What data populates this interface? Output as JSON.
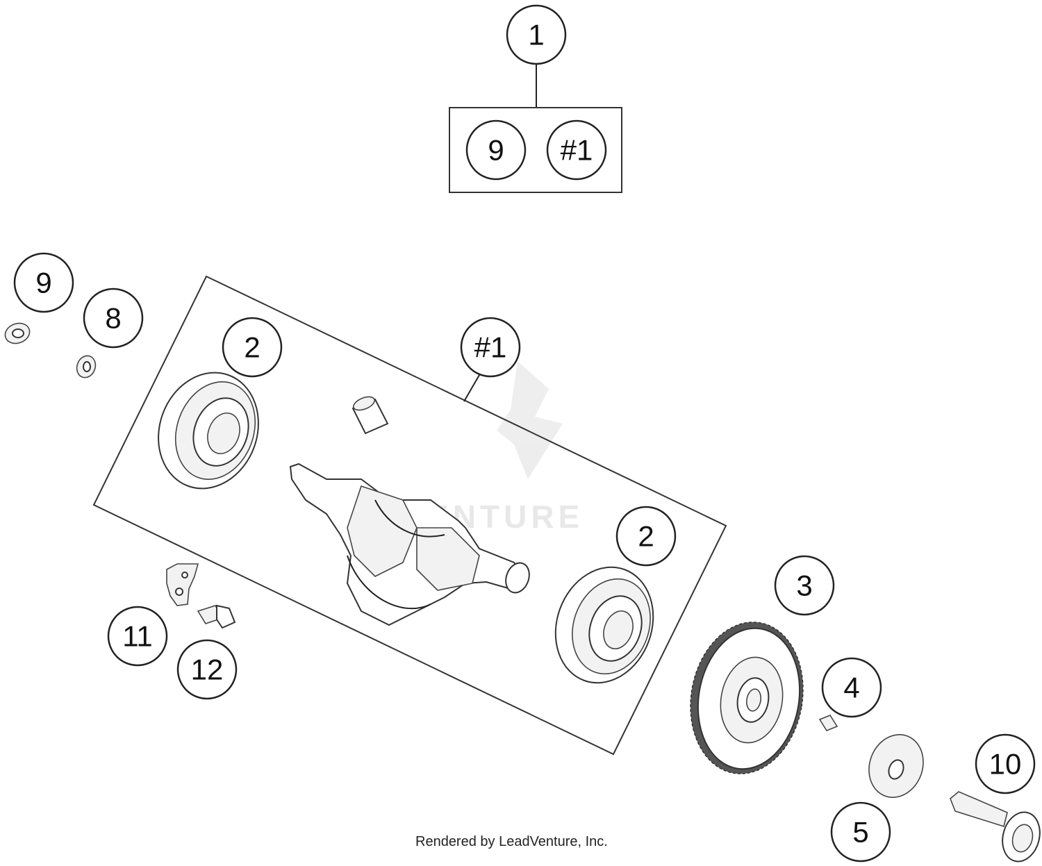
{
  "callouts": {
    "c1": "1",
    "c9_top": "9",
    "c_kit_top": "#1",
    "c9_left": "9",
    "c8": "8",
    "c2_left": "2",
    "c_kit": "#1",
    "c2_right": "2",
    "c3": "3",
    "c4": "4",
    "c5": "5",
    "c10": "10",
    "c11": "11",
    "c12": "12"
  },
  "watermark": "ADVENTURE",
  "footer": "Rendered by LeadVenture, Inc."
}
